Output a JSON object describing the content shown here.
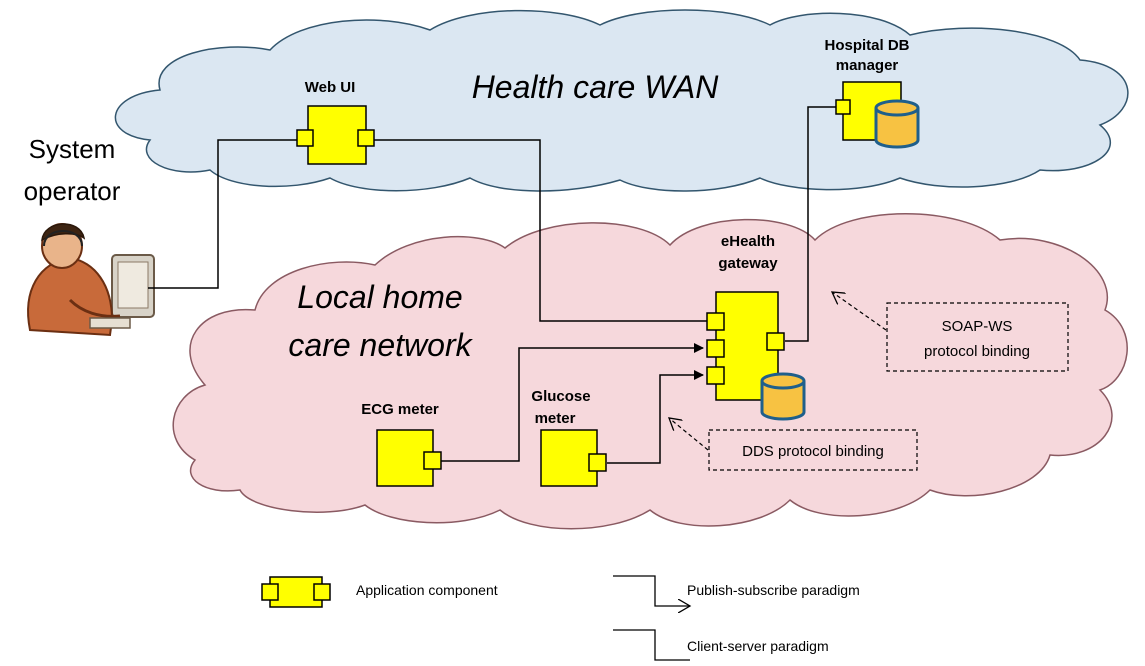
{
  "clouds": {
    "wan": {
      "title": "Health care WAN",
      "fill": "#dbe7f2"
    },
    "local": {
      "title_line1": "Local home",
      "title_line2": "care network",
      "fill": "#f6d8dc"
    }
  },
  "actor": {
    "line1": "System",
    "line2": "operator",
    "icon": "person-at-computer-icon"
  },
  "components": {
    "web_ui": {
      "label": "Web UI"
    },
    "hospital_db": {
      "label_line1": "Hospital DB",
      "label_line2": "manager"
    },
    "gateway": {
      "label_line1": "eHealth",
      "label_line2": "gateway"
    },
    "ecg": {
      "label": "ECG meter"
    },
    "glucose": {
      "label_line1": "Glucose",
      "label_line2": "meter"
    }
  },
  "notes": {
    "soap": {
      "line1": "SOAP-WS",
      "line2": "protocol binding"
    },
    "dds": {
      "text": "DDS protocol binding"
    }
  },
  "legend": {
    "component": "Application component",
    "pubsub": "Publish-subscribe paradigm",
    "client_server": "Client-server paradigm"
  },
  "colors": {
    "component_fill": "#ffff00",
    "database_fill": "#f7c242",
    "database_stroke": "#1f5f8b",
    "line": "#000000"
  }
}
